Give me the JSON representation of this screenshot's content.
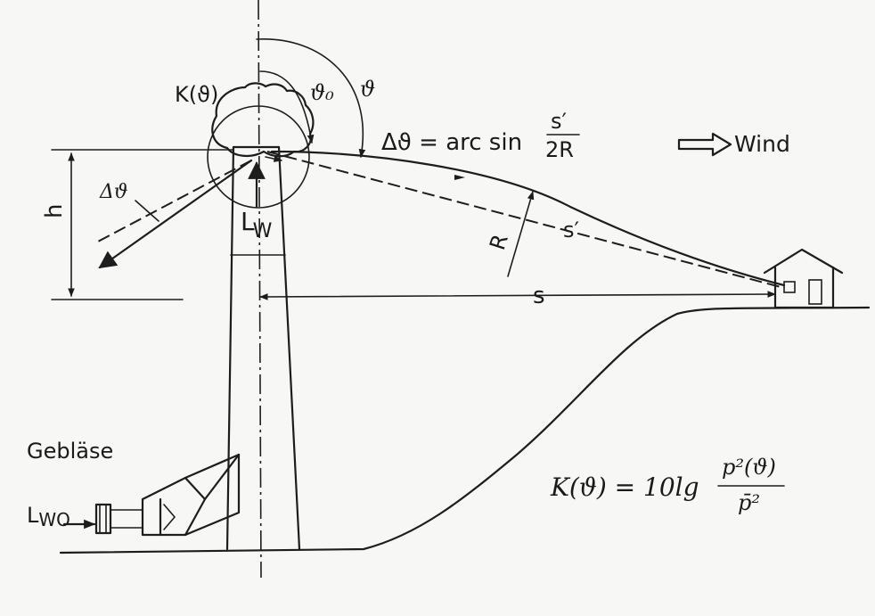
{
  "labels": {
    "k_theta": "K(ϑ)",
    "theta0": "ϑ₀",
    "theta": "ϑ",
    "delta_theta_eq_prefix": "Δϑ = arc sin",
    "frac_num": "s′",
    "frac_den": "2R",
    "wind": "Wind",
    "delta_theta": "Δϑ",
    "h": "h",
    "lw": "L",
    "lw_sub": "W",
    "r": "R",
    "s_prime": "s′",
    "s": "s",
    "geblaese": "Gebläse",
    "lwo": "L",
    "lwo_sub": "WO",
    "formula_left": "K(ϑ) = 10lg",
    "formula_num": "p²(ϑ)",
    "formula_den": "p̄²"
  }
}
